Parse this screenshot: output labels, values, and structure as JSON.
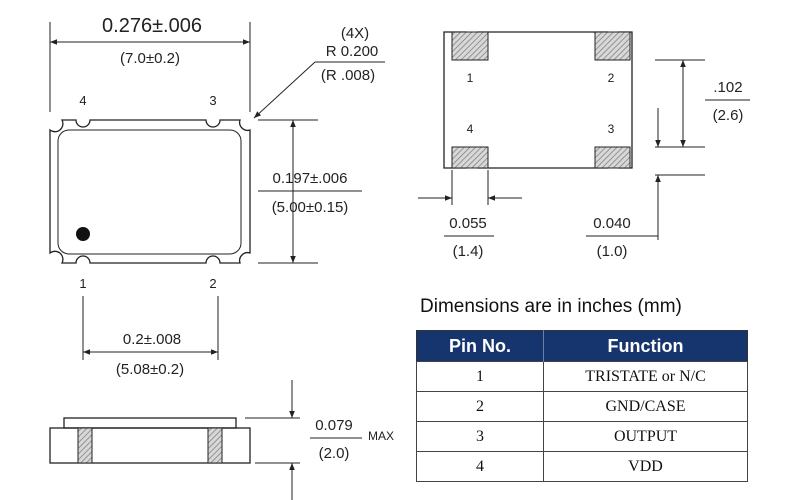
{
  "top_view": {
    "width_in": "0.276±.006",
    "width_mm": "(7.0±0.2)",
    "corner_count": "(4X)",
    "corner_radius_in": "R 0.200",
    "corner_radius_mm": "(R .008)",
    "height_in": "0.197±.006",
    "height_mm": "(5.00±0.15)",
    "pitch_in": "0.2±.008",
    "pitch_mm": "(5.08±0.2)",
    "pin_labels": [
      "4",
      "3",
      "1",
      "2"
    ]
  },
  "footprint": {
    "pad_spacing_in": ".102",
    "pad_spacing_mm": "(2.6)",
    "pad_width_in": "0.055",
    "pad_width_mm": "(1.4)",
    "pad_height_in": "0.040",
    "pad_height_mm": "(1.0)",
    "pin_labels": [
      "1",
      "2",
      "4",
      "3"
    ]
  },
  "side_view": {
    "height_in": "0.079",
    "height_suffix": "MAX",
    "height_mm": "(2.0)"
  },
  "caption": "Dimensions are in inches (mm)",
  "pin_table": {
    "headers": [
      "Pin No.",
      "Function"
    ],
    "rows": [
      {
        "pin": "1",
        "function": "TRISTATE or N/C"
      },
      {
        "pin": "2",
        "function": "GND/CASE"
      },
      {
        "pin": "3",
        "function": "OUTPUT"
      },
      {
        "pin": "4",
        "function": "VDD"
      }
    ],
    "header_color": "#16346e"
  }
}
